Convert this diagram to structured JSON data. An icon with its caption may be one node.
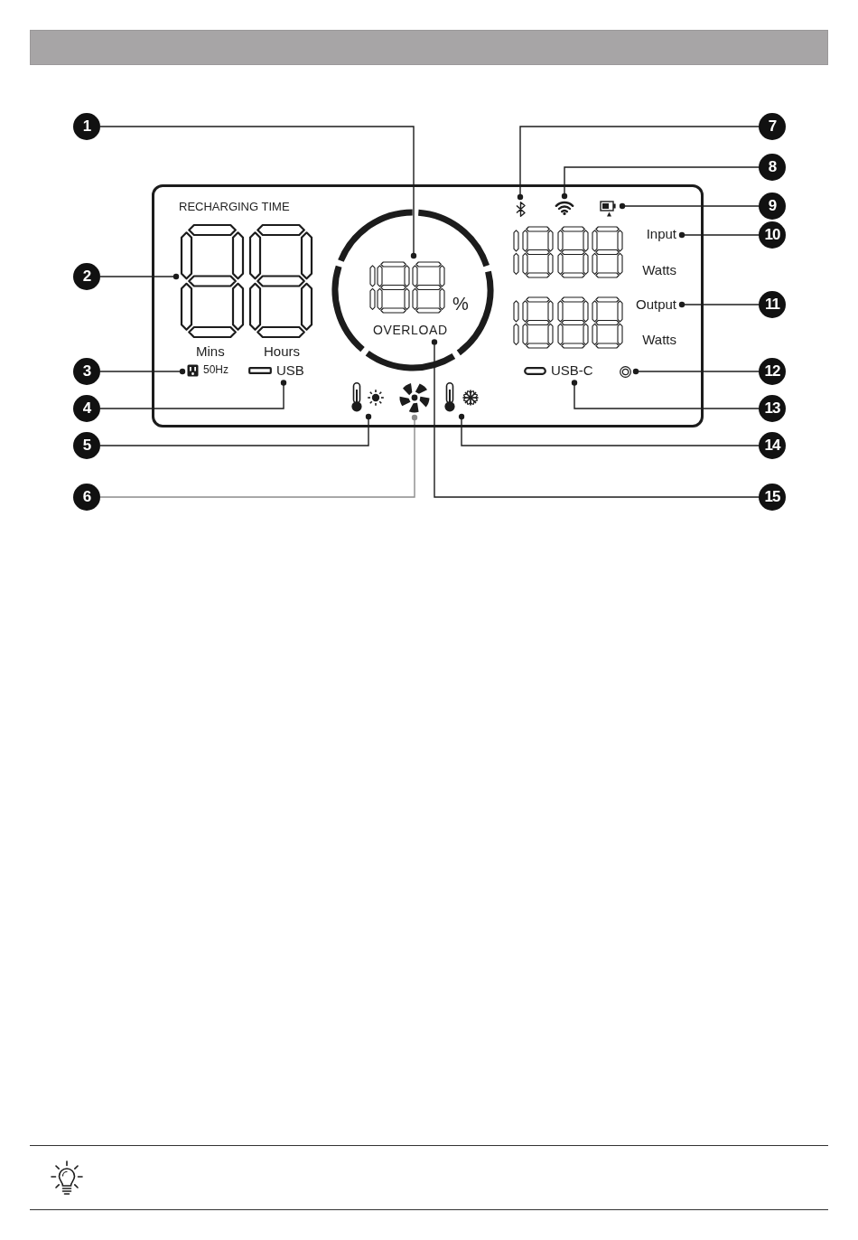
{
  "diagram": {
    "nodes": [
      {
        "text": [
          "1"
        ]
      },
      {
        "text": [
          "2"
        ]
      },
      {
        "text": [
          "3"
        ]
      },
      {
        "text": [
          "4"
        ]
      },
      {
        "text": [
          "5"
        ]
      },
      {
        "text": [
          "6"
        ]
      },
      {
        "text": [
          "7"
        ]
      },
      {
        "text": [
          "8"
        ]
      },
      {
        "text": [
          "9"
        ]
      },
      {
        "text": [
          "10"
        ]
      },
      {
        "text": [
          "11"
        ]
      },
      {
        "text": [
          "12"
        ]
      },
      {
        "text": [
          "13"
        ]
      },
      {
        "text": [
          "14"
        ]
      },
      {
        "text": [
          "15"
        ]
      },
      {
        "text": [],
        "shape": "box"
      },
      {
        "text": [],
        "shape": "picture",
        "in": 15
      },
      {
        "text": [],
        "shape": "circle",
        "in": 15
      },
      {
        "text": [
          "%"
        ],
        "in": 17
      },
      {
        "text": [
          "OVERLOAD"
        ],
        "in": 17
      },
      {
        "text": [],
        "shape": "picture",
        "in": 15
      },
      {
        "text": [],
        "shape": "picture",
        "in": 15
      },
      {
        "text": [],
        "shape": "picture",
        "in": 15
      },
      {
        "text": [
          "Input",
          "Watts"
        ],
        "in": 15
      },
      {
        "text": [
          "Output",
          "Watts"
        ],
        "in": 15
      },
      {
        "text": [
          "50Hz"
        ],
        "in": 15
      },
      {
        "text": [
          "USB"
        ],
        "in": 15
      },
      {
        "text": [
          "USB-C"
        ],
        "in": 15
      },
      {
        "text": [],
        "shape": "picture",
        "in": 15
      },
      {
        "text": [],
        "shape": "picture",
        "in": 15
      },
      {
        "text": [],
        "shape": "picture",
        "in": 15
      },
      {
        "text": [],
        "shape": "picture",
        "in": 15
      }
    ],
    "edges": [
      {
        "from": 0,
        "to": 18,
        "arrow": "other"
      },
      {
        "from": 1,
        "to": 16,
        "arrow": "other"
      },
      {
        "from": 2,
        "to": 25,
        "arrow": "other"
      },
      {
        "from": 3,
        "to": 26,
        "arrow": "other"
      },
      {
        "from": 4,
        "to": 29,
        "arrow": "other"
      },
      {
        "from": 5,
        "to": 30,
        "arrow": "other",
        "color": "#8c8c8c"
      },
      {
        "from": 6,
        "to": 20,
        "arrow": "other"
      },
      {
        "from": 7,
        "to": 21,
        "arrow": "other"
      },
      {
        "from": 8,
        "to": 22,
        "arrow": "other"
      },
      {
        "from": 9,
        "to": 23,
        "arrow": "other"
      },
      {
        "from": 10,
        "to": 24,
        "arrow": "other"
      },
      {
        "from": 11,
        "to": 28,
        "arrow": "other"
      },
      {
        "from": 12,
        "to": 27,
        "arrow": "other"
      },
      {
        "from": 13,
        "to": 31,
        "arrow": "other"
      },
      {
        "from": 14,
        "to": 19,
        "arrow": "other"
      }
    ],
    "labels": [
      "RECHARGING TIME",
      "Mins",
      "Hours"
    ]
  }
}
